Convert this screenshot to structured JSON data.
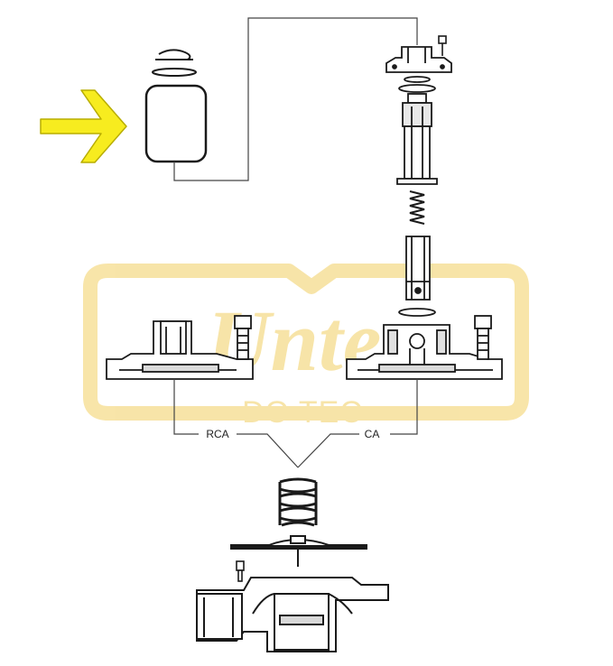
{
  "watermark": {
    "brand_script": "Unter",
    "tagline": "DO TEC",
    "color": "#f5dc8c"
  },
  "diagram": {
    "labels": {
      "left": "RCA",
      "right": "CA"
    },
    "arrow_color": "#f7ec1f",
    "line_color": "#1a1a1a"
  }
}
